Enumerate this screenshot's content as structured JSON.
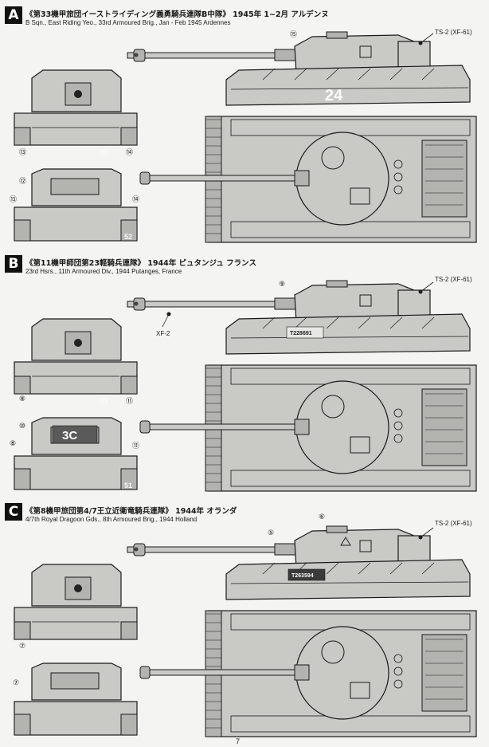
{
  "sections": [
    {
      "letter": "A",
      "title_jp": "《第33機甲旅団イーストライディング義勇騎兵連隊B中隊》 1945年 1~2月 アルデンヌ",
      "title_en": "B Sqn., East Riding Yeo., 33rd Armoured Brig., Jan - Feb 1945 Ardennes",
      "paint": "TS-2 (XF-61)",
      "callouts": {
        "barrel": "⑮",
        "front_left": "⑬",
        "front_right": "⑭",
        "rear_top": "⑫",
        "rear_left": "⑬",
        "rear_right": "⑭"
      },
      "markings": {
        "hull_number": "24",
        "front_plate": "52",
        "rear_plate": "52"
      }
    },
    {
      "letter": "B",
      "title_jp": "《第11機甲師団第23軽騎兵連隊》 1944年 ピュタンジュ フランス",
      "title_en": "23rd Hsrs., 11th Armoured Div., 1944 Putanges, France",
      "paint": "TS-2 (XF-61)",
      "paint_barrel": "XF-2",
      "callouts": {
        "barrel": "⑨",
        "front_left": "⑧",
        "front_right": "⑪",
        "rear_top": "⑩",
        "rear_left": "⑧",
        "rear_right": "⑪"
      },
      "markings": {
        "serial": "T228691",
        "front_plate": "51",
        "rear_plate": "51",
        "turret_code": "3C"
      }
    },
    {
      "letter": "C",
      "title_jp": "《第8機甲旅団第4/7王立近衛竜騎兵連隊》 1944年 オランダ",
      "title_en": "4/7th Royal Dragoon Gds., 8th Armoured Brig., 1944 Holland",
      "paint": "TS-2 (XF-61)",
      "callouts": {
        "barrel": "⑤",
        "turret": "⑥",
        "front_left": "⑦",
        "rear_left": "⑦"
      },
      "markings": {
        "serial": "T263594"
      }
    }
  ],
  "page_number": "7"
}
